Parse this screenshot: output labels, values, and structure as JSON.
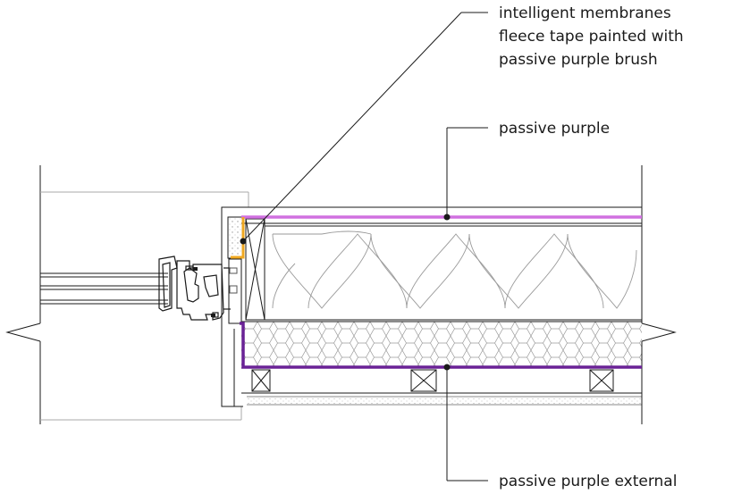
{
  "callouts": {
    "membrane": {
      "lines": [
        "intelligent membranes",
        "fleece tape painted with",
        "passive purple brush"
      ]
    },
    "passive_purple": {
      "label": "passive purple"
    },
    "passive_purple_external": {
      "label": "passive purple external"
    }
  },
  "colors": {
    "passive_purple": "#d070e0",
    "passive_purple_external": "#6a2296",
    "fleece_tape": "#f0a820",
    "line": "#1a1a1a",
    "light_line": "#8a8a8a"
  }
}
